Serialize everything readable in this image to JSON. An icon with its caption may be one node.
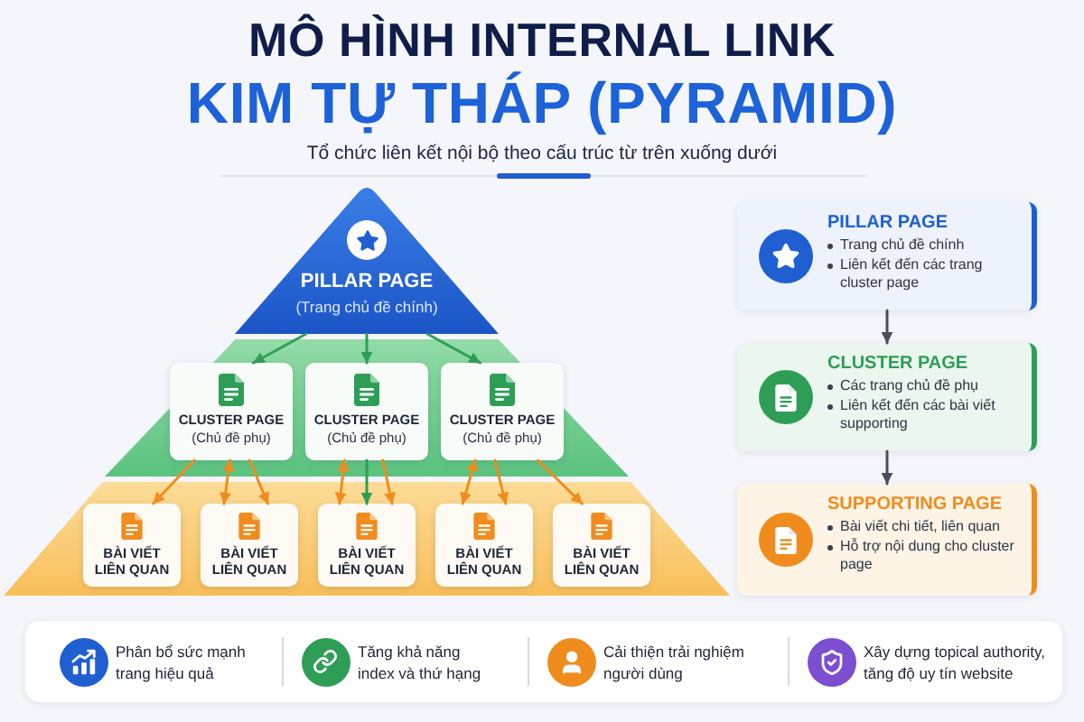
{
  "diagram": {
    "title": "MÔ HÌNH INTERNAL LINK",
    "nodes": [
      {
        "text": [
          "PILLAR PAGE",
          "(Trang chủ đề chính)"
        ]
      },
      {
        "text": [],
        "shape": "trapezoid"
      },
      {
        "text": [
          "CLUSTER PAGE",
          "(Chủ đề phụ)"
        ],
        "in": 1
      },
      {
        "text": [
          "CLUSTER PAGE",
          "(Chủ đề phụ)"
        ],
        "in": 1
      },
      {
        "text": [
          "CLUSTER PAGE",
          "(Chủ đề phụ)"
        ],
        "in": 1
      },
      {
        "text": [],
        "shape": "trapezoid"
      },
      {
        "text": [
          "BÀI VIẾT LIÊN QUAN"
        ],
        "in": 5
      },
      {
        "text": [
          "BÀI VIẾT LIÊN QUAN"
        ],
        "in": 5
      },
      {
        "text": [
          "BÀI VIẾT LIÊN QUAN"
        ],
        "in": 5
      },
      {
        "text": [
          "BÀI VIẾT LIÊN QUAN"
        ],
        "in": 5
      },
      {
        "text": [
          "BÀI VIẾT LIÊN QUAN"
        ],
        "in": 5
      },
      {
        "text": [
          "PILLAR PAGE",
          "Trang chủ đề chính",
          "Liên kết đến các trang cluster page"
        ]
      },
      {
        "text": [
          "CLUSTER PAGE",
          "Các trang chủ đề phụ",
          "Liên kết đến các bài viết supporting"
        ]
      },
      {
        "text": [
          "SUPPORTING PAGE",
          "Bài viết chi tiết, liên quan",
          "Hỗ trợ nội dung cho cluster page"
        ]
      }
    ],
    "edges": [
      {
        "from": 0,
        "to": 2,
        "arrow": "to",
        "color": "#2e9e57"
      },
      {
        "from": 0,
        "to": 3,
        "arrow": "to",
        "color": "#2e9e57"
      },
      {
        "from": 0,
        "to": 4,
        "arrow": "to",
        "color": "#2e9e57"
      },
      {
        "from": 2,
        "to": 6,
        "arrow": "to"
      },
      {
        "from": 2,
        "to": 7,
        "arrow": "both"
      },
      {
        "from": 2,
        "to": 7,
        "arrow": "to"
      },
      {
        "from": 3,
        "to": 8,
        "arrow": "both"
      },
      {
        "from": 3,
        "to": 8,
        "arrow": "to",
        "color": "#2e9e57"
      },
      {
        "from": 3,
        "to": 8,
        "arrow": "to"
      },
      {
        "from": 4,
        "to": 9,
        "arrow": "both"
      },
      {
        "from": 4,
        "to": 9,
        "arrow": "to"
      },
      {
        "from": 4,
        "to": 10,
        "arrow": "to"
      },
      {
        "from": 11,
        "to": 12,
        "arrow": "to",
        "color": "#4a4f5c"
      },
      {
        "from": 12,
        "to": 13,
        "arrow": "to",
        "color": "#4a4f5c"
      }
    ],
    "labels": [
      "KIM TỰ THÁP (PYRAMID)",
      "Tổ chức liên kết nội bộ theo cấu trúc từ trên xuống dưới",
      "Phân bổ sức mạnh trang hiệu quả",
      "Tăng khả năng index và thứ hạng",
      "Cải thiện trải nghiệm người dùng",
      "Xây dựng topical authority, tăng độ uy tín website"
    ]
  }
}
